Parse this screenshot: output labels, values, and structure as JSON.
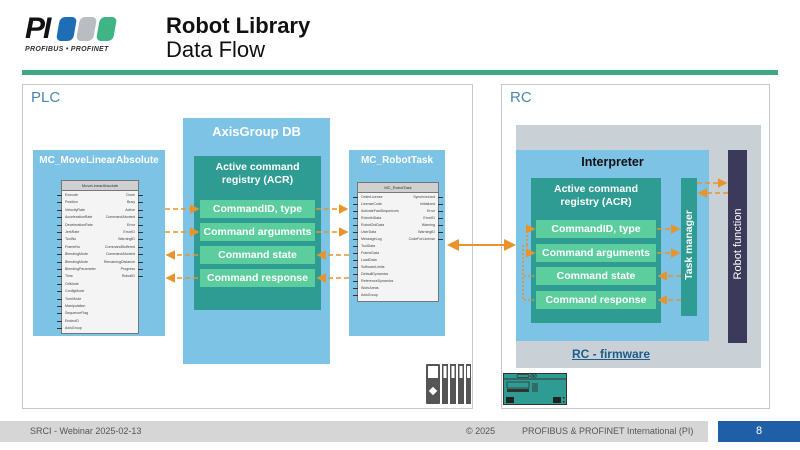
{
  "header": {
    "logo_text": "PI",
    "logo_subtext": "PROFIBUS • PROFINET",
    "title": "Robot Library",
    "subtitle": "Data Flow"
  },
  "colors": {
    "accent_green": "#3fa882",
    "block_blue": "#7dc3e6",
    "registry_teal": "#2f9c93",
    "entry_mint": "#5ccd9d",
    "arrow_orange": "#e8932c",
    "robot_function": "#3b3a5a",
    "firmware_gray": "#c9d0d6",
    "page_badge": "#1f5fa8"
  },
  "plc": {
    "label": "PLC",
    "move_block": {
      "title": "MC_MoveLinearAbsolute",
      "fb_name": "MoveLinearAbsolute",
      "inputs": [
        "Execute",
        "Position",
        "VelocityRate",
        "AccelerationRate",
        "DecelerationRate",
        "JerkRate",
        "ToolNo",
        "FrameNo",
        "BlendingMode",
        "BlendingMode",
        "BlendingParameter",
        "Time",
        "OriMode",
        "ConfigMode",
        "TurnMode",
        "Manipulation",
        "SequenceFlag",
        "EndeoID",
        "AxisGroup"
      ],
      "outputs": [
        "Done",
        "Busy",
        "Active",
        "CommandAborted",
        "Error",
        "ErrorID",
        "WarningID",
        "CommandBuffered",
        "CommandAborted",
        "RemainingDistance",
        "Progress",
        "RobotID"
      ]
    },
    "axisgroup_db": {
      "title": "AxisGroup DB",
      "registry_title": "Active command registry (ACR)",
      "entries": [
        "CommandID, type",
        "Command arguments",
        "Command state",
        "Command response"
      ]
    },
    "robot_task": {
      "title": "MC_RobotTask",
      "fb_name": "MC_RobotTask",
      "inputs": [
        "OrderLicense",
        "LicenseCode",
        "ActivateFastSequences",
        "RobotInData",
        "RobotOutData",
        "UserData",
        "MessageLog",
        "ToolData",
        "FrameData",
        "LoadData",
        "SoftwareLimits",
        "DefaultDynamics",
        "ReferenceDynamics",
        "WorkAreas",
        "AxisGroup"
      ],
      "outputs": [
        "Synchronized",
        "Initialized",
        "Error",
        "ErrorID",
        "Warning",
        "WarningID",
        "CodeForLicense"
      ]
    }
  },
  "rc": {
    "label": "RC",
    "firmware_label": "RC - firmware",
    "interpreter": {
      "title": "Interpreter",
      "registry_title": "Active command registry (ACR)",
      "entries": [
        "CommandID, type",
        "Command arguments",
        "Command state",
        "Command response"
      ]
    },
    "task_manager_label": "Task manager",
    "robot_function_label": "Robot function"
  },
  "devices": [
    {
      "icon": "plc-hardware-icon"
    },
    {
      "icon": "robot-controller-icon"
    }
  ],
  "footer": {
    "event": "SRCI - Webinar 2025-02-13",
    "copyright": "© 2025",
    "organization": "PROFIBUS & PROFINET International (PI)",
    "page_number": "8"
  }
}
